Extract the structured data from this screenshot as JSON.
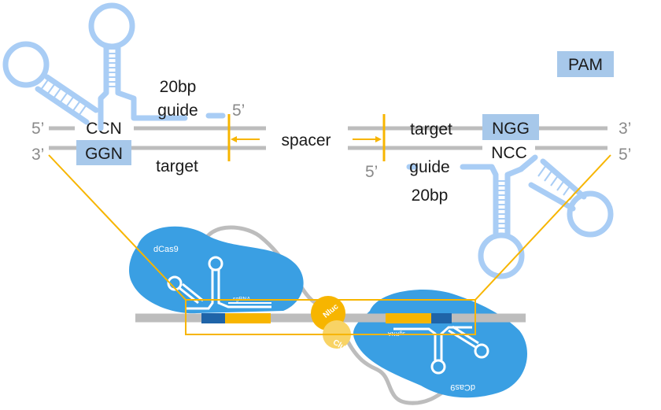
{
  "labels": {
    "pam_legend": "PAM",
    "left_top_5": "5’",
    "left_bottom_3": "3’",
    "right_top_3": "3’",
    "right_bottom_5": "5’",
    "ccn": "CCN",
    "ggn": "GGN",
    "ngg": "NGG",
    "ncc": "NCC",
    "guide_left_len": "20bp",
    "guide_left": "guide",
    "guide_left_5": "5’",
    "target_left": "target",
    "spacer": "spacer",
    "target_right": "target",
    "guide_right_5": "5’",
    "guide_right": "guide",
    "guide_right_len": "20bp",
    "dcas9_left": "dCas9",
    "dcas9_right": "dCas9",
    "sgrna_left": "sgRNA",
    "sgrna_right": "sgRNA",
    "nluc": "Nluc",
    "cluc": "Cluc"
  },
  "colors": {
    "pam_fill": "#a7c8ea",
    "rna": "#a9cdf5",
    "dna": "#bdbdbd",
    "cas9": "#3a9fe3",
    "highlight": "#f7b500",
    "seed_dark": "#1f64a8",
    "nluc": "#f7b500",
    "cluc": "#f8d365"
  }
}
